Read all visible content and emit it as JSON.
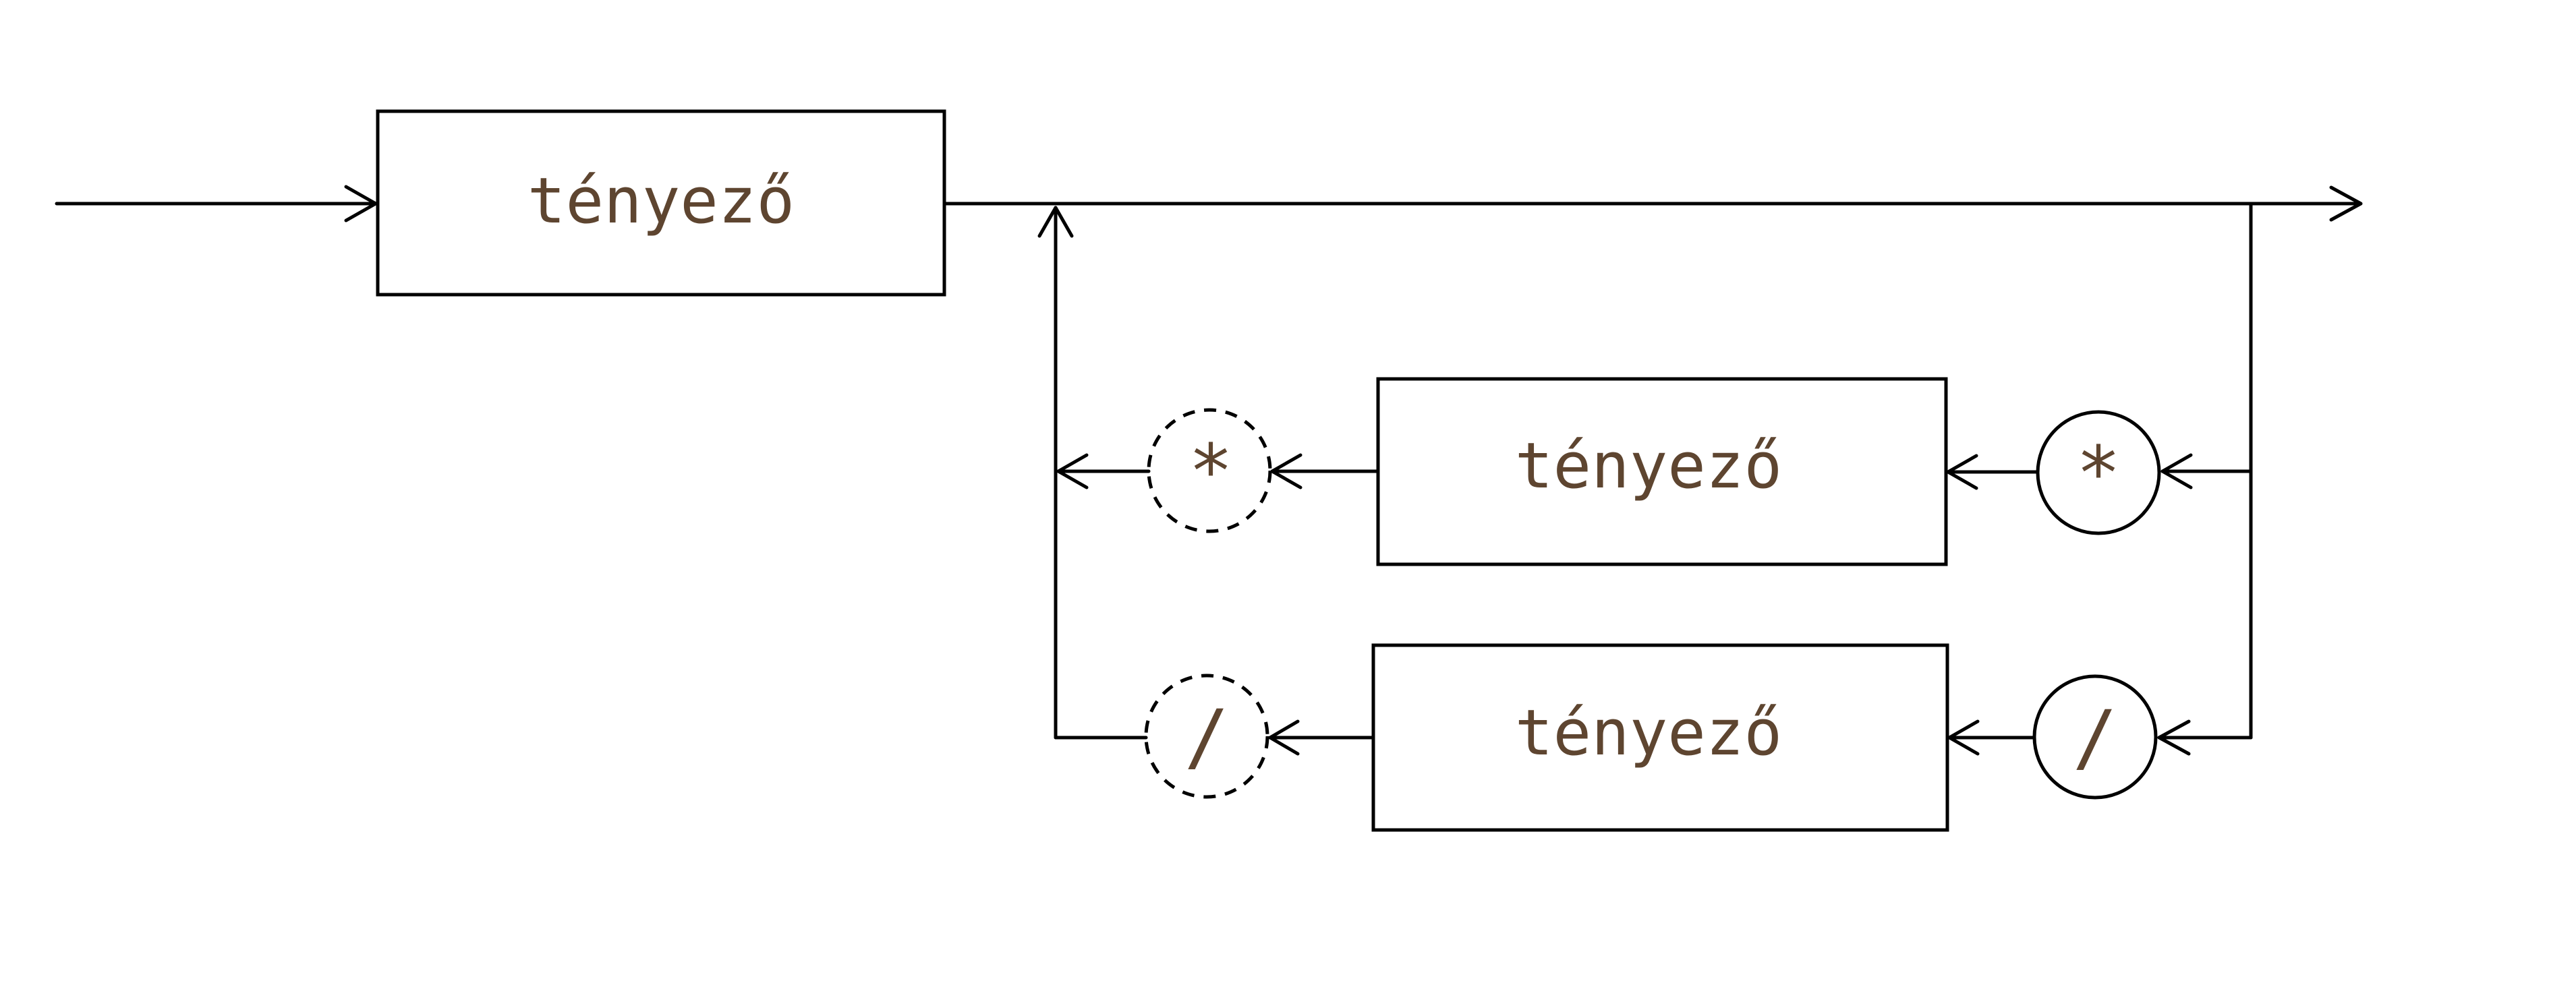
{
  "diagram": {
    "type": "syntax-diagram",
    "text_color": "#5e4530",
    "line_color": "#000000",
    "nodes": {
      "main_factor": {
        "kind": "nonterminal",
        "label": "tényező"
      },
      "mult_factor": {
        "kind": "nonterminal",
        "label": "tényező"
      },
      "div_factor": {
        "kind": "nonterminal",
        "label": "tényező"
      },
      "mult_op": {
        "kind": "terminal",
        "label": "*"
      },
      "mult_op_ghost": {
        "kind": "terminal-dashed",
        "label": "*"
      },
      "div_op": {
        "kind": "terminal",
        "label": "/"
      },
      "div_op_ghost": {
        "kind": "terminal-dashed",
        "label": "/"
      }
    },
    "flow": [
      "entry → tényező → exit",
      "loop: * → tényező → (*) → back to main",
      "loop: / → tényező → (/) → back to main"
    ]
  }
}
